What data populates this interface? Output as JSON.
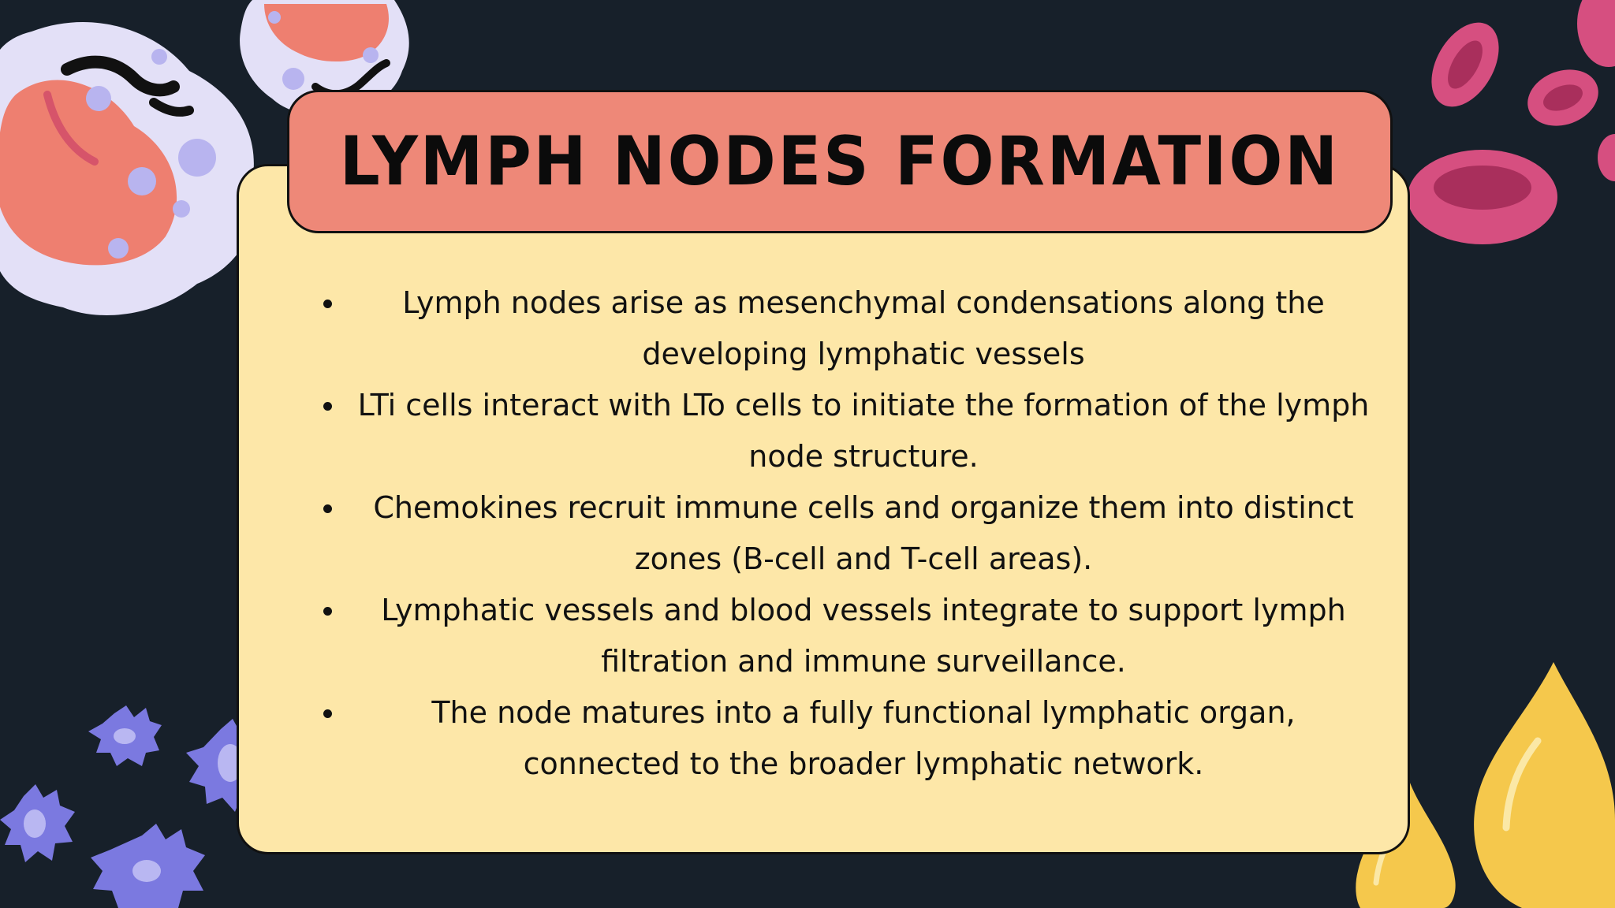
{
  "slide": {
    "title": "LYMPH NODES FORMATION",
    "bullets": [
      "Lymph nodes arise as mesenchymal condensations along the developing lymphatic vessels",
      "LTi cells interact with LTo cells to initiate the formation of the lymph node structure.",
      "Chemokines recruit immune cells and organize them into distinct zones (B-cell and T-cell areas).",
      "Lymphatic vessels and blood vessels integrate to support lymph filtration and immune surveillance.",
      "The node matures into a fully functional lymphatic organ, connected to the broader lymphatic network."
    ]
  },
  "colors": {
    "background": "#17202a",
    "card": "#fde7a8",
    "title_bar": "#ee8878",
    "outline": "#111111",
    "white_cell": "#e3e0f7",
    "white_cell_nucleus": "#ee7f70",
    "red_blood_cell": "#d64f80",
    "dendritic_cell": "#7b79e0",
    "lymph_drop": "#f5c84c"
  },
  "decorations": [
    "white-blood-cell-icon",
    "red-blood-cell-icon",
    "dendritic-cell-icon",
    "lymph-drop-icon"
  ]
}
